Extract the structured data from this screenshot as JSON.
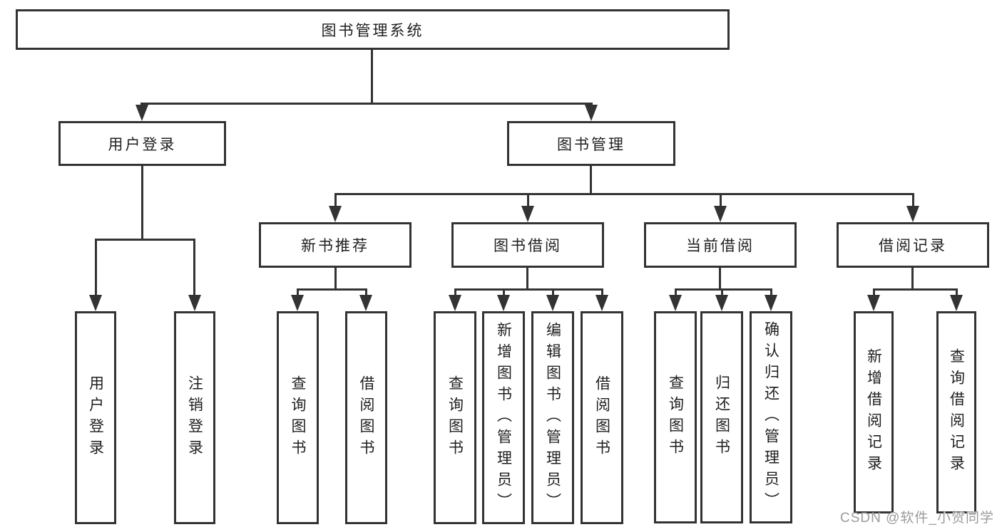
{
  "diagram": {
    "type": "tree",
    "root": {
      "label": "图书管理系统"
    },
    "branches": [
      {
        "label": "用户登录",
        "children": [
          {
            "label": "用户登录"
          },
          {
            "label": "注销登录"
          }
        ]
      },
      {
        "label": "图书管理",
        "children": [
          {
            "label": "新书推荐",
            "children": [
              {
                "label": "查询图书"
              },
              {
                "label": "借阅图书"
              }
            ]
          },
          {
            "label": "图书借阅",
            "children": [
              {
                "label": "查询图书"
              },
              {
                "label": "新增图书（管理员）"
              },
              {
                "label": "编辑图书（管理员）"
              },
              {
                "label": "借阅图书"
              }
            ]
          },
          {
            "label": "当前借阅",
            "children": [
              {
                "label": "查询图书"
              },
              {
                "label": "归还图书"
              },
              {
                "label": "确认归还（管理员）"
              }
            ]
          },
          {
            "label": "借阅记录",
            "children": [
              {
                "label": "新增借阅记录"
              },
              {
                "label": "查询借阅记录"
              }
            ]
          }
        ]
      }
    ]
  },
  "watermark": {
    "text": "CSDN @软件_小贺同学"
  },
  "colors": {
    "line": "#333333",
    "box_background": "#ffffff",
    "text": "#1f1f1f",
    "watermark": "#9b9b9b",
    "page_background": "#ffffff"
  }
}
